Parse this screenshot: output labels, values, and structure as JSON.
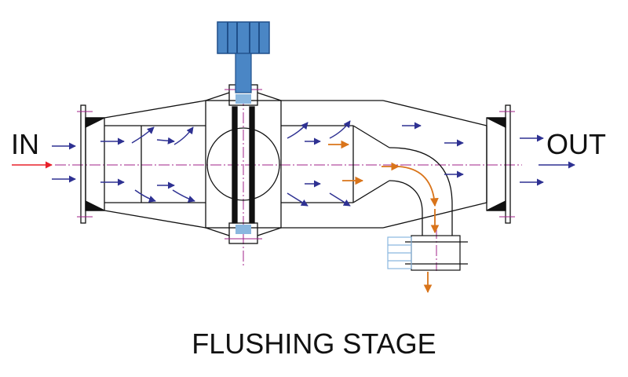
{
  "labels": {
    "inlet": "IN",
    "outlet": "OUT",
    "caption": "FLUSHING STAGE"
  },
  "colors": {
    "outline": "#111111",
    "flow_arrow": "#2e3192",
    "inlet_arrow": "#e8202a",
    "flush_arrow": "#d9741a",
    "centerline": "#a0208a",
    "actuator": "#4a86c5",
    "actuator_dark": "#1f4f8a",
    "drain_valve": "#8ab7df"
  },
  "icons": {
    "motor": "motor-actuator-icon",
    "drain": "drain-valve-icon"
  }
}
